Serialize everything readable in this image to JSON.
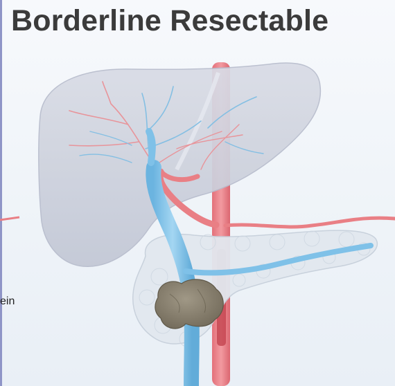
{
  "slide": {
    "title": "Borderline Resectable",
    "side_label": "ein"
  },
  "colors": {
    "title": "#3b3b3b",
    "liver_fill": "#cfd3de",
    "artery": "#e97f85",
    "vein": "#7fc1e8",
    "tumor": "#8a8273",
    "pancreas": "#dfe6ee"
  },
  "illustration": {
    "structures": [
      "liver",
      "aorta",
      "portal-vein",
      "hepatic-artery",
      "splenic-artery",
      "splenic-vein",
      "pancreas",
      "tumor",
      "hepatic-vessels"
    ]
  }
}
